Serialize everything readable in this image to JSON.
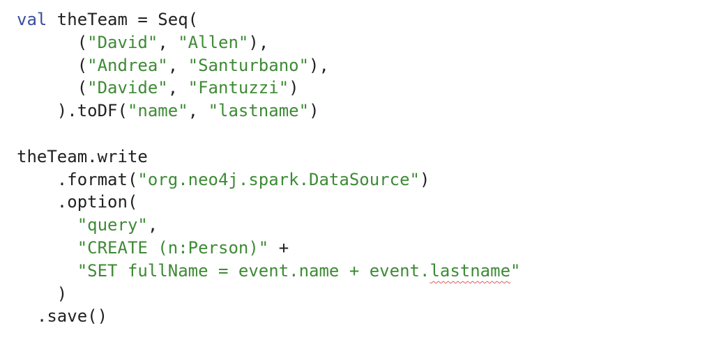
{
  "code_editor": {
    "lines": [
      {
        "indent": "",
        "segments": [
          {
            "t": "val",
            "c": "kw"
          },
          {
            "t": " theTeam = Seq(",
            "c": "plain"
          }
        ]
      },
      {
        "indent": "      ",
        "segments": [
          {
            "t": "(",
            "c": "plain"
          },
          {
            "t": "\"David\"",
            "c": "str"
          },
          {
            "t": ", ",
            "c": "plain"
          },
          {
            "t": "\"Allen\"",
            "c": "str"
          },
          {
            "t": "),",
            "c": "plain"
          }
        ]
      },
      {
        "indent": "      ",
        "segments": [
          {
            "t": "(",
            "c": "plain"
          },
          {
            "t": "\"Andrea\"",
            "c": "str"
          },
          {
            "t": ", ",
            "c": "plain"
          },
          {
            "t": "\"Santurbano\"",
            "c": "str"
          },
          {
            "t": "),",
            "c": "plain"
          }
        ]
      },
      {
        "indent": "      ",
        "segments": [
          {
            "t": "(",
            "c": "plain"
          },
          {
            "t": "\"Davide\"",
            "c": "str"
          },
          {
            "t": ", ",
            "c": "plain"
          },
          {
            "t": "\"Fantuzzi\"",
            "c": "str"
          },
          {
            "t": ")",
            "c": "plain"
          }
        ]
      },
      {
        "indent": "    ",
        "segments": [
          {
            "t": ").toDF(",
            "c": "plain"
          },
          {
            "t": "\"name\"",
            "c": "str"
          },
          {
            "t": ", ",
            "c": "plain"
          },
          {
            "t": "\"lastname\"",
            "c": "str"
          },
          {
            "t": ")",
            "c": "plain"
          }
        ]
      },
      {
        "indent": "",
        "segments": []
      },
      {
        "indent": "",
        "segments": [
          {
            "t": "theTeam.write",
            "c": "plain"
          }
        ]
      },
      {
        "indent": "    ",
        "segments": [
          {
            "t": ".format(",
            "c": "plain"
          },
          {
            "t": "\"org.neo4j.spark.DataSource\"",
            "c": "str"
          },
          {
            "t": ")",
            "c": "plain"
          }
        ]
      },
      {
        "indent": "    ",
        "segments": [
          {
            "t": ".option(",
            "c": "plain"
          }
        ]
      },
      {
        "indent": "      ",
        "segments": [
          {
            "t": "\"query\"",
            "c": "str"
          },
          {
            "t": ",",
            "c": "plain"
          }
        ]
      },
      {
        "indent": "      ",
        "segments": [
          {
            "t": "\"CREATE (n:Person)\"",
            "c": "str"
          },
          {
            "t": " +",
            "c": "plain"
          }
        ]
      },
      {
        "indent": "      ",
        "segments": [
          {
            "t": "\"SET fullName = event.name + event.",
            "c": "str"
          },
          {
            "t": "lastname",
            "c": "str spell"
          },
          {
            "t": "\"",
            "c": "str"
          }
        ]
      },
      {
        "indent": "    ",
        "segments": [
          {
            "t": ")",
            "c": "plain"
          }
        ]
      },
      {
        "indent": "  ",
        "segments": [
          {
            "t": ".save()",
            "c": "plain"
          }
        ]
      }
    ]
  },
  "colors": {
    "keyword": "#3a4ca0",
    "string": "#3e8a35",
    "text": "#212121",
    "spellcheck_underline": "#e05a5a",
    "background": "#ffffff"
  }
}
